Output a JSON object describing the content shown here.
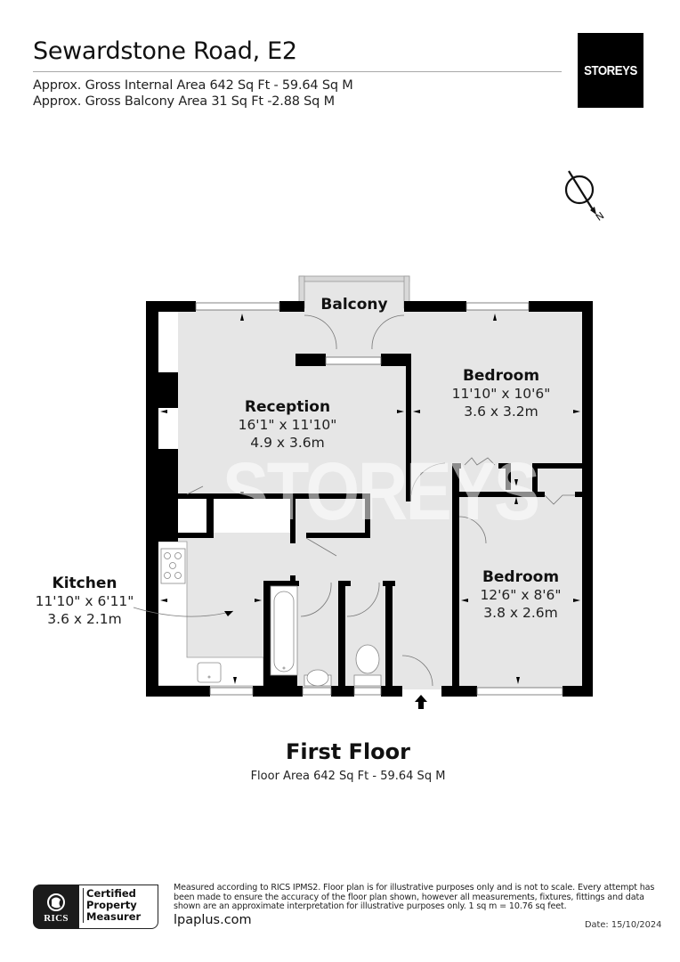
{
  "header": {
    "title": "Sewardstone Road, E2",
    "internal_area": "Approx. Gross Internal Area 642 Sq Ft - 59.64 Sq M",
    "balcony_area": "Approx. Gross Balcony Area 31 Sq Ft -2.88 Sq M"
  },
  "logo": {
    "text": "STOREYS",
    "bg_color": "#000000",
    "fg_color": "#ffffff"
  },
  "compass": {
    "icon": "north-arrow-icon",
    "label": "N"
  },
  "watermark": "STOREYS",
  "rooms": [
    {
      "name": "Balcony",
      "imperial": "",
      "metric": ""
    },
    {
      "name": "Reception",
      "imperial": "16'1\" x 11'10\"",
      "metric": "4.9 x 3.6m"
    },
    {
      "name": "Bedroom",
      "imperial": "11'10\" x 10'6\"",
      "metric": "3.6 x 3.2m"
    },
    {
      "name": "Kitchen",
      "imperial": "11'10\" x 6'11\"",
      "metric": "3.6 x 2.1m"
    },
    {
      "name": "Bedroom",
      "imperial": "12'6\" x 8'6\"",
      "metric": "3.8 x 2.6m"
    }
  ],
  "floor": {
    "title": "First Floor",
    "area": "Floor Area 642 Sq Ft - 59.64 Sq M"
  },
  "footer": {
    "rics_mark": "RICS",
    "rics_cert": [
      "Certified",
      "Property",
      "Measurer"
    ],
    "disclaimer": "Measured according to RICS IPMS2. Floor plan is for illustrative purposes only and is not to scale. Every attempt has been made to ensure the accuracy of the floor plan shown, however all measurements, fixtures, fittings and data shown are an approximate interpretation for illustrative purposes only. 1 sq m = 10.76 sq feet.",
    "website": "lpaplus.com",
    "date": "Date: 15/10/2024"
  },
  "colors": {
    "wall": "#000000",
    "floor": "#e6e6e6",
    "rule": "#a8a8a8"
  }
}
